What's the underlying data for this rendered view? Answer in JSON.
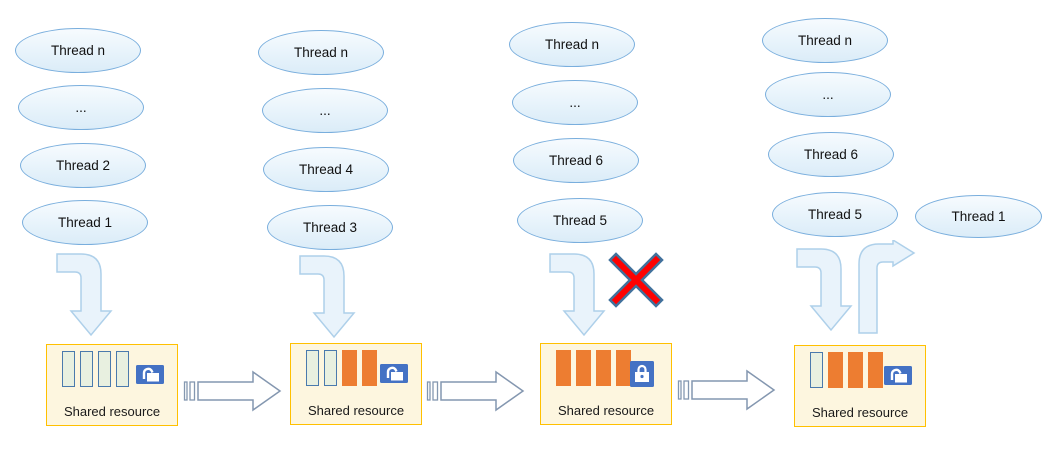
{
  "diagram": {
    "description": "threads-acquiring-shared-resource-semaphore-diagram",
    "columns": [
      {
        "threads": [
          "Thread n",
          "...",
          "Thread 2",
          "Thread 1"
        ],
        "resource": {
          "label": "Shared resource",
          "slots": [
            "free",
            "free",
            "free",
            "free"
          ],
          "lock": "unlocked"
        }
      },
      {
        "threads": [
          "Thread n",
          "...",
          "Thread 4",
          "Thread 3"
        ],
        "resource": {
          "label": "Shared resource",
          "slots": [
            "free",
            "free",
            "used",
            "used"
          ],
          "lock": "unlocked"
        }
      },
      {
        "threads": [
          "Thread n",
          "...",
          "Thread 6",
          "Thread 5"
        ],
        "resource": {
          "label": "Shared resource",
          "slots": [
            "used",
            "used",
            "used",
            "used"
          ],
          "lock": "locked"
        },
        "blocked": true
      },
      {
        "threads": [
          "Thread n",
          "...",
          "Thread 6",
          "Thread 5"
        ],
        "resource": {
          "label": "Shared resource",
          "slots": [
            "free",
            "used",
            "used",
            "used"
          ],
          "lock": "unlocked"
        }
      }
    ],
    "exiting_thread": {
      "label": "Thread 1"
    },
    "colors": {
      "ellipse_border": "#79aedd",
      "ellipse_fill": "#e7f3fb",
      "box_border": "#ffc000",
      "box_fill": "#fdf6df",
      "slot_free_fill": "#e8f0e0",
      "slot_free_border": "#4a7aad",
      "slot_used_fill": "#ed7d31",
      "lock_background": "#4472c4",
      "elbow_arrow_fill": "#e9f3fb",
      "elbow_arrow_stroke": "#aed0ea",
      "striped_arrow_stroke": "#8497b0",
      "blocked_x_fill": "#fe0101",
      "blocked_x_stroke": "#41719c"
    }
  }
}
